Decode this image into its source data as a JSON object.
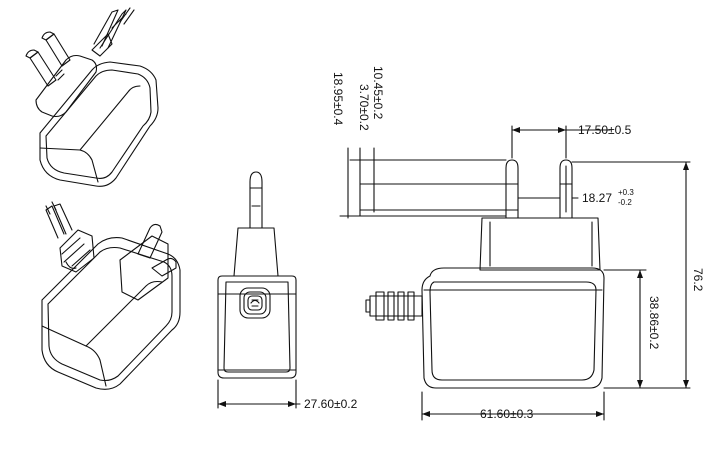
{
  "dimensions": {
    "width_depth": "27.60±0.2",
    "body_width": "61.60±0.3",
    "pin_spacing": "17.50±0.5",
    "pin_diameter_main": "18.27",
    "pin_diameter_tol_upper": "+0.3",
    "pin_diameter_tol_lower": "-0.2",
    "pin_tip_length": "10.45±0.2",
    "pin_tip_offset": "3.70±0.2",
    "pin_length": "18.95±0.4",
    "body_height": "38.86±0.2",
    "total_height": "76.2"
  },
  "views": {
    "iso_top_label": "",
    "iso_bottom_label": ""
  },
  "stroke_color": "#111111",
  "background_color": "#ffffff"
}
